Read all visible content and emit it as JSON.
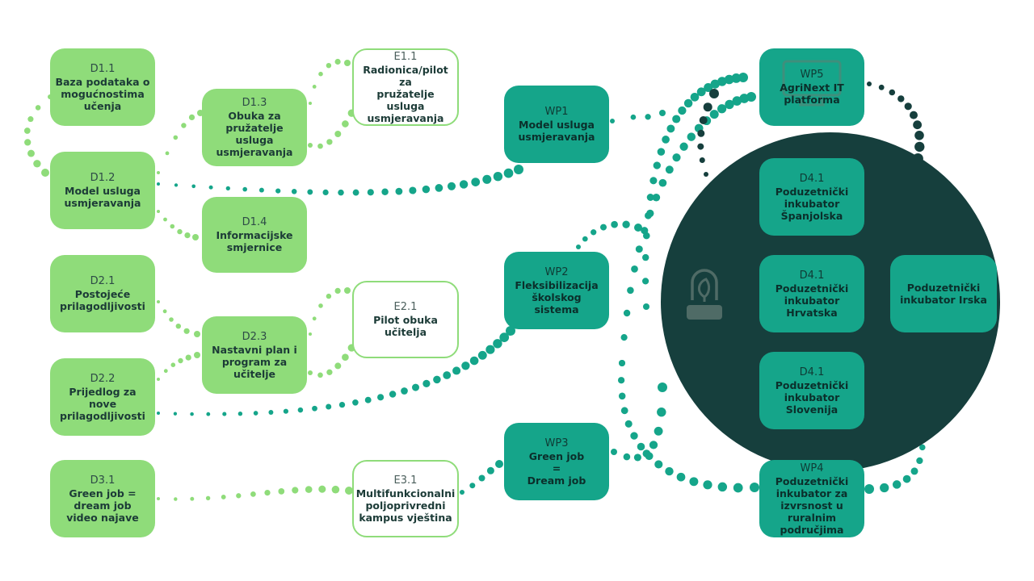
{
  "colors": {
    "light": "#8fdc7a",
    "teal": "#15a58a",
    "dark": "#163f3d",
    "text": "#1c3b37"
  },
  "icons": {
    "center": "lamp-leaf-icon",
    "wp5": "monitor-icon"
  },
  "nodes": {
    "d11": {
      "code": "D1.1",
      "label": "Baza podataka o\nmogućnostima\nučenja"
    },
    "d12": {
      "code": "D1.2",
      "label": "Model usluga\nusmjeravanja"
    },
    "d13": {
      "code": "D1.3",
      "label": "Obuka za\npružatelje usluga\nusmjeravanja"
    },
    "d14": {
      "code": "D1.4",
      "label": "Informacijske\nsmjernice"
    },
    "e11": {
      "code": "E1.1",
      "label": "Radionica/pilot za\npružatelje usluga\nusmjeravanja"
    },
    "d21": {
      "code": "D2.1",
      "label": "Postojeće\nprilagodljivosti"
    },
    "d22": {
      "code": "D2.2",
      "label": "Prijedlog za nove\nprilagodljivosti"
    },
    "d23": {
      "code": "D2.3",
      "label": "Nastavni plan i\nprogram za\nučitelje"
    },
    "e21": {
      "code": "E2.1",
      "label": "Pilot obuka\nučitelja"
    },
    "d31": {
      "code": "D3.1",
      "label": "Green job =\ndream job\nvideo najave"
    },
    "e31": {
      "code": "E3.1",
      "label": "Multifunkcionalni\npoljoprivredni\nkampus vještina"
    },
    "wp1": {
      "code": "WP1",
      "label": "Model usluga\nusmjeravanja"
    },
    "wp2": {
      "code": "WP2",
      "label": "Fleksibilizacija\nškolskog\nsistema"
    },
    "wp3": {
      "code": "WP3",
      "label": "Green job\n=\nDream job"
    },
    "wp4": {
      "code": "WP4",
      "label": "Poduzetnički\ninkubator za\nizvrsnost u ruralnim\npodručjima"
    },
    "wp5": {
      "code": "WP5",
      "label": "AgriNext IT\nplatforma"
    },
    "d41a": {
      "code": "D4.1",
      "label": "Poduzetnički\ninkubator\nŠpanjolska"
    },
    "d41b": {
      "code": "D4.1",
      "label": "Poduzetnički\ninkubator\nHrvatska"
    },
    "d41c": {
      "code": "D4.1",
      "label": "Poduzetnički\ninkubator\nSlovenija"
    },
    "irska": {
      "code": "",
      "label": "Poduzetnički\ninkubator Irska"
    }
  }
}
